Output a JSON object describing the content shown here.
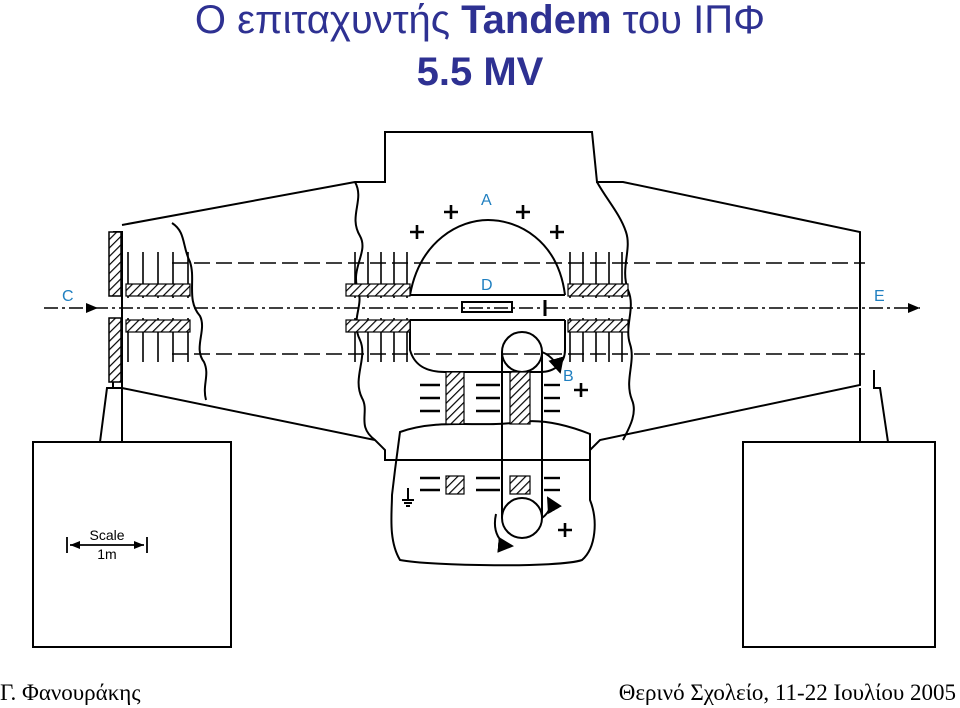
{
  "title": {
    "line1_greek_a": "Ο επιταχυντής",
    "line1_latin": "Tandem",
    "line1_greek_b": "του ΙΠΦ",
    "line2": "5.5 MV"
  },
  "labels": {
    "A": "A",
    "B": "B",
    "C": "C",
    "D": "D",
    "E": "E"
  },
  "scale": {
    "label": "Scale",
    "length": "1m"
  },
  "footer": {
    "author": "Γ. Φανουράκης",
    "event": "Θερινό Σχολείο, 11-22 Ιουλίου 2005"
  },
  "colors": {
    "title": "#2e3192",
    "labels": "#1f7fc0",
    "lines": "#000000"
  }
}
